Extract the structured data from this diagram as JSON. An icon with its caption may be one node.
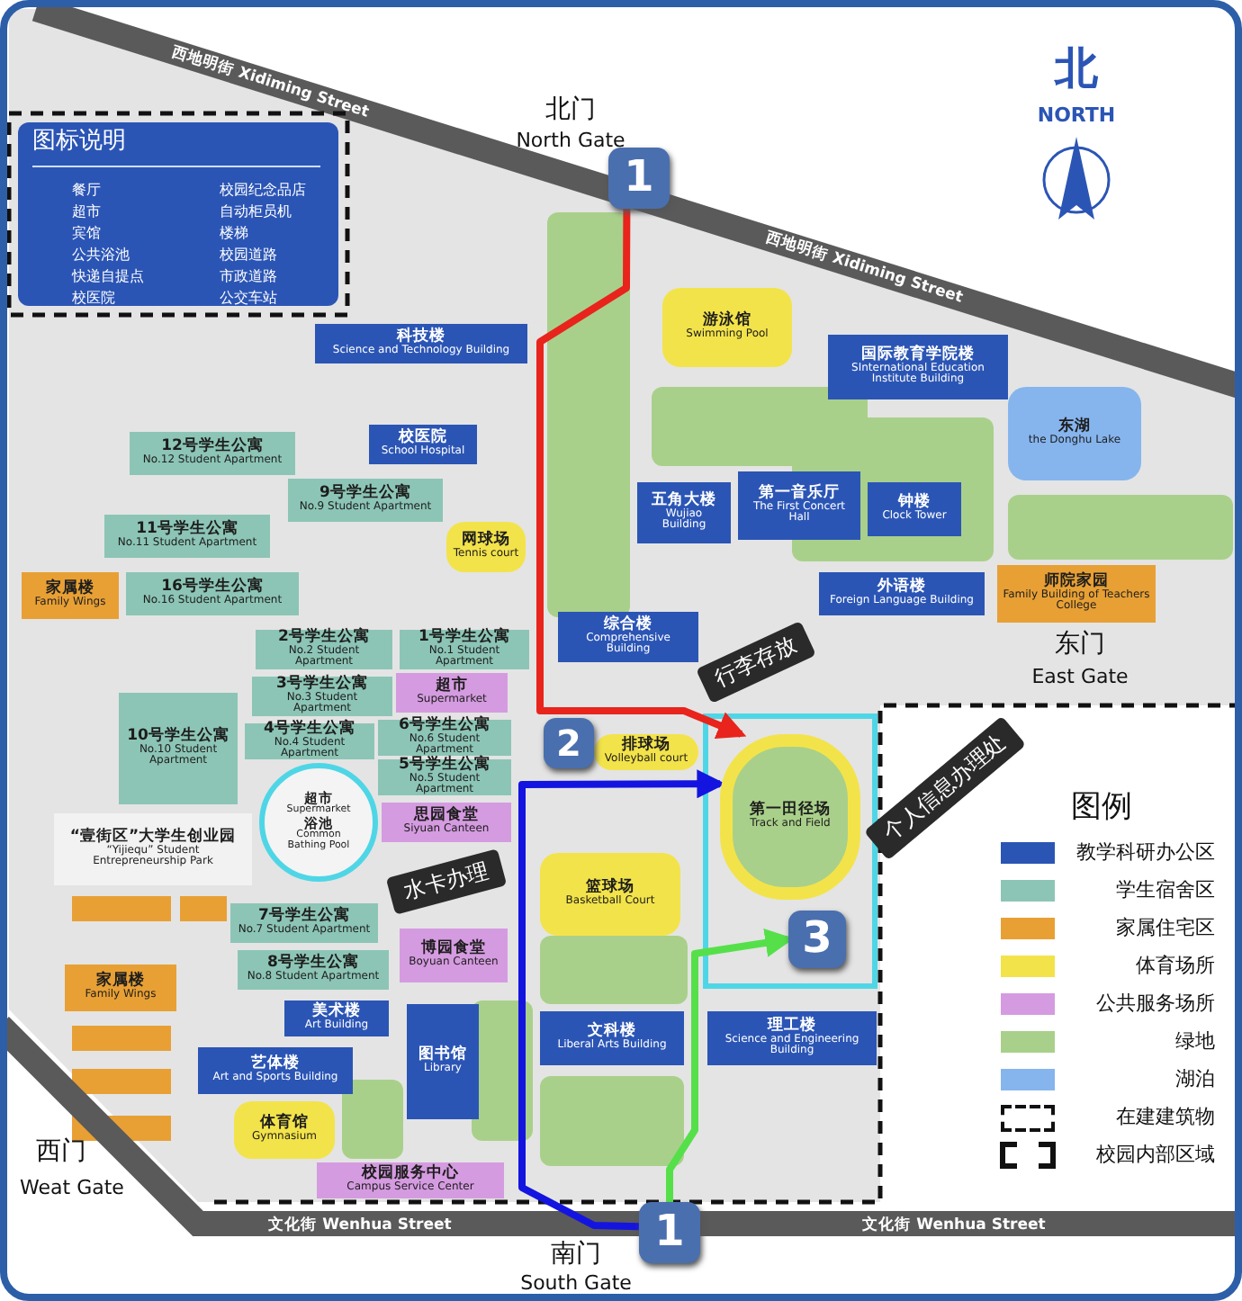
{
  "diagram": {
    "nodes": [
      {
        "text": [
          "图标说明"
        ]
      },
      {
        "text": [
          "科技楼",
          "Science and Technology Building"
        ]
      },
      {
        "text": [
          "游泳馆",
          "Swimming Pool"
        ]
      },
      {
        "text": [
          "国际教育学院楼",
          "SInternational Education Institute Building"
        ]
      },
      {
        "text": [
          "校医院",
          "School Hospital"
        ]
      },
      {
        "text": [
          "12号学生公寓",
          "No.12 Student Apartment"
        ]
      },
      {
        "text": [
          "9号学生公寓",
          "No.9 Student Apartment"
        ]
      },
      {
        "text": [
          "11号学生公寓",
          "No.11 Student Apartment"
        ]
      },
      {
        "text": [
          "网球场",
          "Tennis court"
        ]
      },
      {
        "text": [
          "五角大楼",
          "Wujiao Building"
        ]
      },
      {
        "text": [
          "第一音乐厅",
          "The First Concert Hall"
        ]
      },
      {
        "text": [
          "钟楼",
          "Clock Tower"
        ]
      },
      {
        "text": [
          "东湖",
          "the Donghu Lake"
        ]
      },
      {
        "text": [
          "16号学生公寓",
          "No.16 Student Apartment"
        ]
      },
      {
        "text": [
          "家属楼",
          "Family Wings"
        ]
      },
      {
        "text": [
          "外语楼",
          "Foreign Language Building"
        ]
      },
      {
        "text": [
          "师院家园",
          "Family Building of Teachers College"
        ]
      },
      {
        "text": [
          "2号学生公寓",
          "No.2 Student Apartment"
        ]
      },
      {
        "text": [
          "1号学生公寓",
          "No.1 Student Apartment"
        ]
      },
      {
        "text": [
          "综合楼",
          "Comprehensive Building"
        ]
      },
      {
        "text": [
          "超市",
          "Supermarket"
        ]
      },
      {
        "text": [
          "3号学生公寓",
          "No.3 Student Apartment"
        ]
      },
      {
        "text": [
          "6号学生公寓",
          "No.6 Student Apartment"
        ]
      },
      {
        "text": [
          "10号学生公寓",
          "No.10 Student Apartment"
        ]
      },
      {
        "text": [
          "4号学生公寓",
          "No.4 Student Apartment"
        ]
      },
      {
        "text": [
          "5号学生公寓",
          "No.5 Student Apartment"
        ]
      },
      {
        "text": [
          "排球场",
          "Volleyball court"
        ]
      },
      {
        "text": [
          "超市",
          "Supermarket",
          "浴池",
          "Common Bathing Pool"
        ]
      },
      {
        "text": [
          "思园食堂",
          "Siyuan Canteen"
        ]
      },
      {
        "text": [
          "“壹街区”大学生创业园",
          "“Yijiequ” Student Entrepreneurship Park"
        ]
      },
      {
        "text": [
          "篮球场",
          "Basketball Court"
        ]
      },
      {
        "text": [
          "第一田径场",
          "Track and Field"
        ]
      },
      {
        "text": [
          "7号学生公寓",
          "No.7 Student Apartment"
        ]
      },
      {
        "text": [
          "博园食堂",
          "Boyuan Canteen"
        ]
      },
      {
        "text": [
          "8号学生公寓",
          "No.8 Student Apartment"
        ]
      },
      {
        "text": [
          "家属楼",
          "Family Wings"
        ]
      },
      {
        "text": [
          "美术楼",
          "Art Building"
        ]
      },
      {
        "text": [
          "文科楼",
          "Liberal Arts Building"
        ]
      },
      {
        "text": [
          "艺体楼",
          "Art and Sports Building"
        ]
      },
      {
        "text": [
          "图书馆",
          "Library"
        ]
      },
      {
        "text": [
          "理工楼",
          "Science and Engineering Building"
        ]
      },
      {
        "text": [
          "体育馆",
          "Gymnasium"
        ]
      },
      {
        "text": [
          "校园服务中心",
          "Campus Service Center"
        ]
      },
      {
        "text": [
          "1"
        ]
      },
      {
        "text": [
          "2"
        ]
      },
      {
        "text": [
          "3"
        ]
      },
      {
        "text": [
          "1"
        ]
      }
    ],
    "edges": [
      {
        "from": 43,
        "to": 31,
        "arrow": "to",
        "color": "#e8241c"
      },
      {
        "from": 46,
        "to": 31,
        "arrow": "to",
        "color": "#1414e0"
      },
      {
        "from": 46,
        "to": 45,
        "arrow": "to",
        "color": "#55e04a"
      }
    ],
    "labels": [
      "西地明街 Xidiming Street",
      "北门",
      "North Gate",
      "北",
      "NORTH",
      "餐厅",
      "校园纪念品店",
      "超市",
      "自动柜员机",
      "宾馆",
      "楼梯",
      "公共浴池",
      "校园道路",
      "快递自提点",
      "市政道路",
      "校医院",
      "公交车站",
      "西地明街 Xidiming Street",
      "东门",
      "East Gate",
      "行李存放",
      "水卡办理",
      "个人信息办理处",
      "图例",
      "西门",
      "Weat Gate",
      "文化街 Wenhua Street",
      "文化街 Wenhua Street",
      "南门",
      "South Gate"
    ],
    "legend": [
      {
        "text": "教学科研办公区",
        "color": "#2b55b5"
      },
      {
        "text": "学生宿舍区",
        "color": "#8cc5b5"
      },
      {
        "text": "家属住宅区",
        "color": "#e8a035"
      },
      {
        "text": "体育场所",
        "color": "#f3e34a"
      },
      {
        "text": "公共服务场所",
        "color": "#d59be0"
      },
      {
        "text": "绿地",
        "color": "#a9d08a"
      },
      {
        "text": "湖泊",
        "color": "#86b5ee"
      },
      {
        "text": "在建建筑物"
      },
      {
        "text": "校园内部区域"
      }
    ]
  }
}
